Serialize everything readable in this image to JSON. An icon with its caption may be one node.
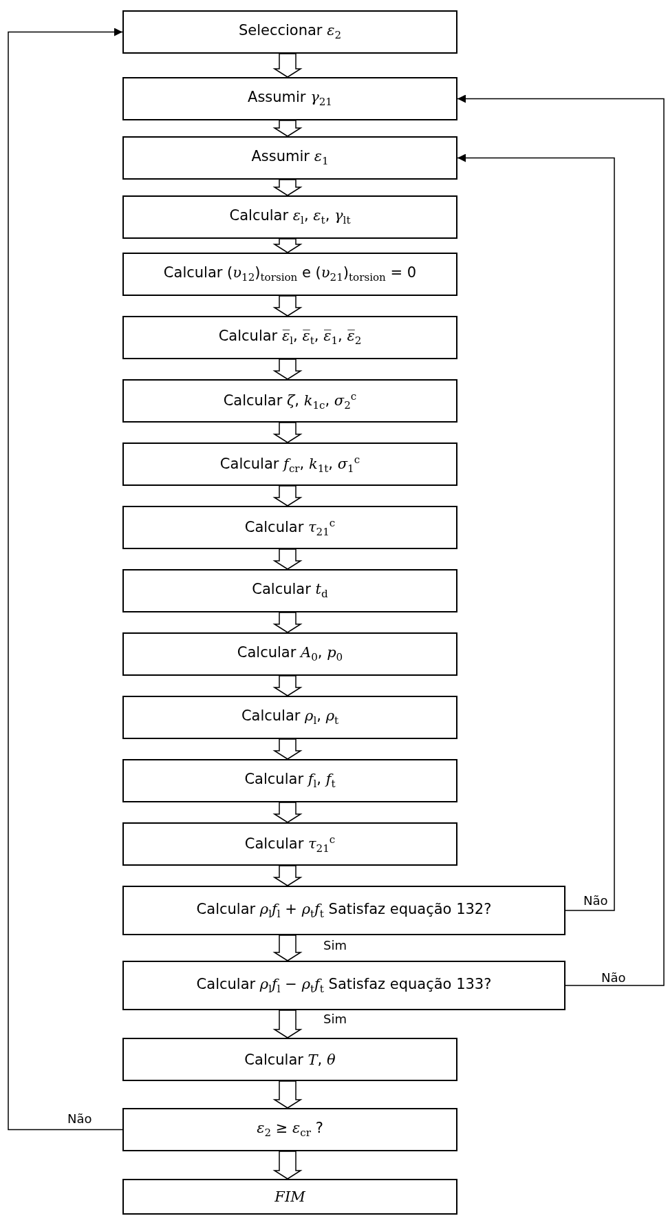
{
  "diagram": {
    "nodes": [
      {
        "text": [
          "Seleccionar *ε*$_{2}$"
        ]
      },
      {
        "text": [
          "Assumir *γ*$_{21}$"
        ]
      },
      {
        "text": [
          "Assumir *ε*$_{1}$"
        ]
      },
      {
        "text": [
          "Calcular *ε*$_{l}$, *ε*$_{t}$, *γ*$_{lt}$"
        ]
      },
      {
        "text": [
          "Calcular (*υ*$_{12}$)$_{torsion}$ e (*υ*$_{21}$)$_{torsion}$ = 0"
        ]
      },
      {
        "text": [
          "Calcular *ε̅*$_{l}$, *ε̅*$_{t}$, *ε̅*$_{1}$, *ε̅*$_{2}$"
        ]
      },
      {
        "text": [
          "Calcular *ζ*, *k*$_{1c}$, *σ*$_{2}$$^{c}$"
        ]
      },
      {
        "text": [
          "Calcular *f*$_{cr}$, *k*$_{1t}$, *σ*$_{1}$$^{c}$"
        ]
      },
      {
        "text": [
          "Calcular *τ*$_{21}$$^{c}$"
        ]
      },
      {
        "text": [
          "Calcular *t*$_{d}$"
        ]
      },
      {
        "text": [
          "Calcular *A*$_{0}$, *p*$_{0}$"
        ]
      },
      {
        "text": [
          "Calcular *ρ*$_{l}$, *ρ*$_{t}$"
        ]
      },
      {
        "text": [
          "Calcular *f*$_{l}$, *f*$_{t}$"
        ]
      },
      {
        "text": [
          "Calcular *τ*$_{21}$$^{c}$"
        ]
      },
      {
        "text": [
          "Calcular *ρ*$_{l}$*f*$_{l}$ + *ρ*$_{t}$*f*$_{t}$ Satisfaz equação 132?"
        ]
      },
      {
        "text": [
          "Calcular *ρ*$_{l}$*f*$_{l}$ − *ρ*$_{t}$*f*$_{t}$ Satisfaz equação 133?"
        ]
      },
      {
        "text": [
          "Calcular *T*, *θ*"
        ]
      },
      {
        "text": [
          "*ε*$_{2}$ ≥ *ε*$_{cr}$ ?"
        ]
      },
      {
        "text": [
          "FIM"
        ]
      }
    ],
    "edges": [
      {
        "from": 0,
        "to": 1,
        "arrow": "to"
      },
      {
        "from": 1,
        "to": 2,
        "arrow": "to"
      },
      {
        "from": 2,
        "to": 3,
        "arrow": "to"
      },
      {
        "from": 3,
        "to": 4,
        "arrow": "to"
      },
      {
        "from": 4,
        "to": 5,
        "arrow": "to"
      },
      {
        "from": 5,
        "to": 6,
        "arrow": "to"
      },
      {
        "from": 6,
        "to": 7,
        "arrow": "to"
      },
      {
        "from": 7,
        "to": 8,
        "arrow": "to"
      },
      {
        "from": 8,
        "to": 9,
        "arrow": "to"
      },
      {
        "from": 9,
        "to": 10,
        "arrow": "to"
      },
      {
        "from": 10,
        "to": 11,
        "arrow": "to"
      },
      {
        "from": 11,
        "to": 12,
        "arrow": "to"
      },
      {
        "from": 12,
        "to": 13,
        "arrow": "to"
      },
      {
        "from": 13,
        "to": 14,
        "arrow": "to"
      },
      {
        "from": 14,
        "to": 15,
        "arrow": "to",
        "label": "Sim"
      },
      {
        "from": 15,
        "to": 16,
        "arrow": "to",
        "label": "Sim"
      },
      {
        "from": 16,
        "to": 17,
        "arrow": "to"
      },
      {
        "from": 17,
        "to": 18,
        "arrow": "to"
      },
      {
        "from": 14,
        "to": 2,
        "arrow": "to",
        "label": "Não"
      },
      {
        "from": 15,
        "to": 1,
        "arrow": "to",
        "label": "Não"
      },
      {
        "from": 17,
        "to": 0,
        "arrow": "to",
        "label": "Não"
      }
    ]
  }
}
